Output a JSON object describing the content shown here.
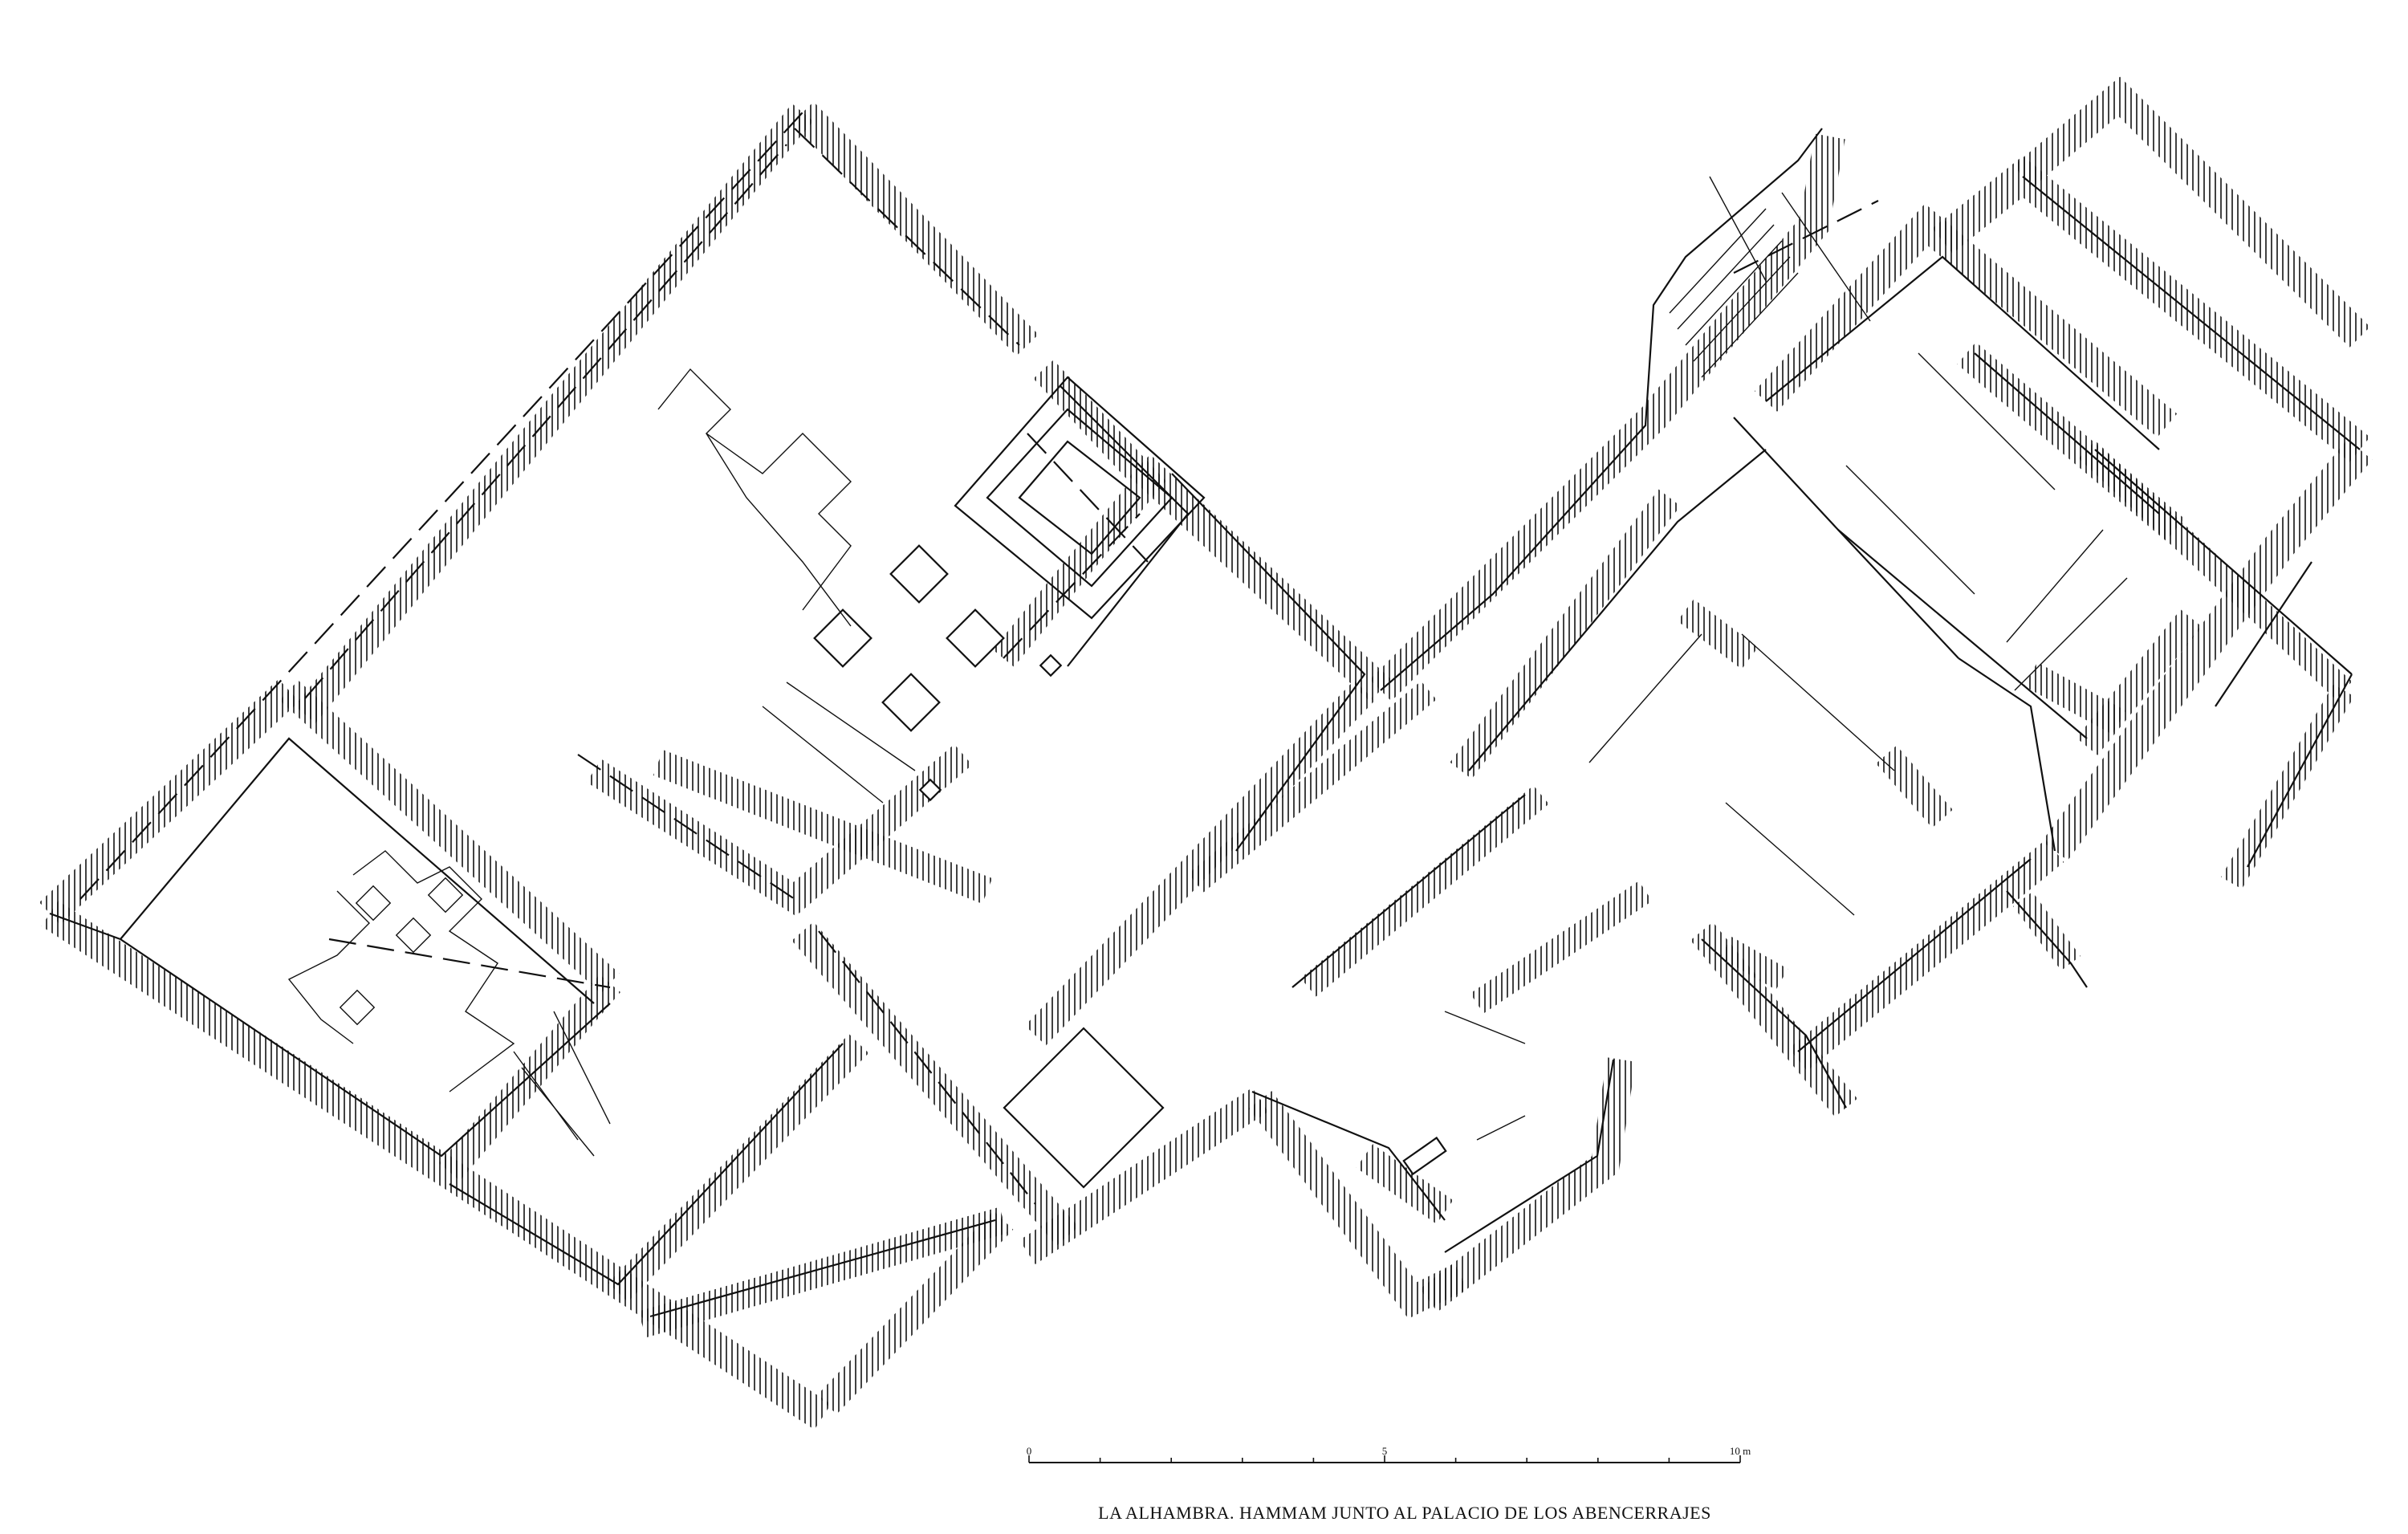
{
  "title": "LA ALHAMBRA. HAMMAM JUNTO AL PALACIO DE LOS ABENCERRAJES",
  "scale_bar": {
    "labels": [
      "0",
      "5",
      "10 m"
    ],
    "length_m": 10,
    "divisions": 10
  },
  "colors": {
    "ink": "#111111",
    "paper": "#ffffff"
  }
}
